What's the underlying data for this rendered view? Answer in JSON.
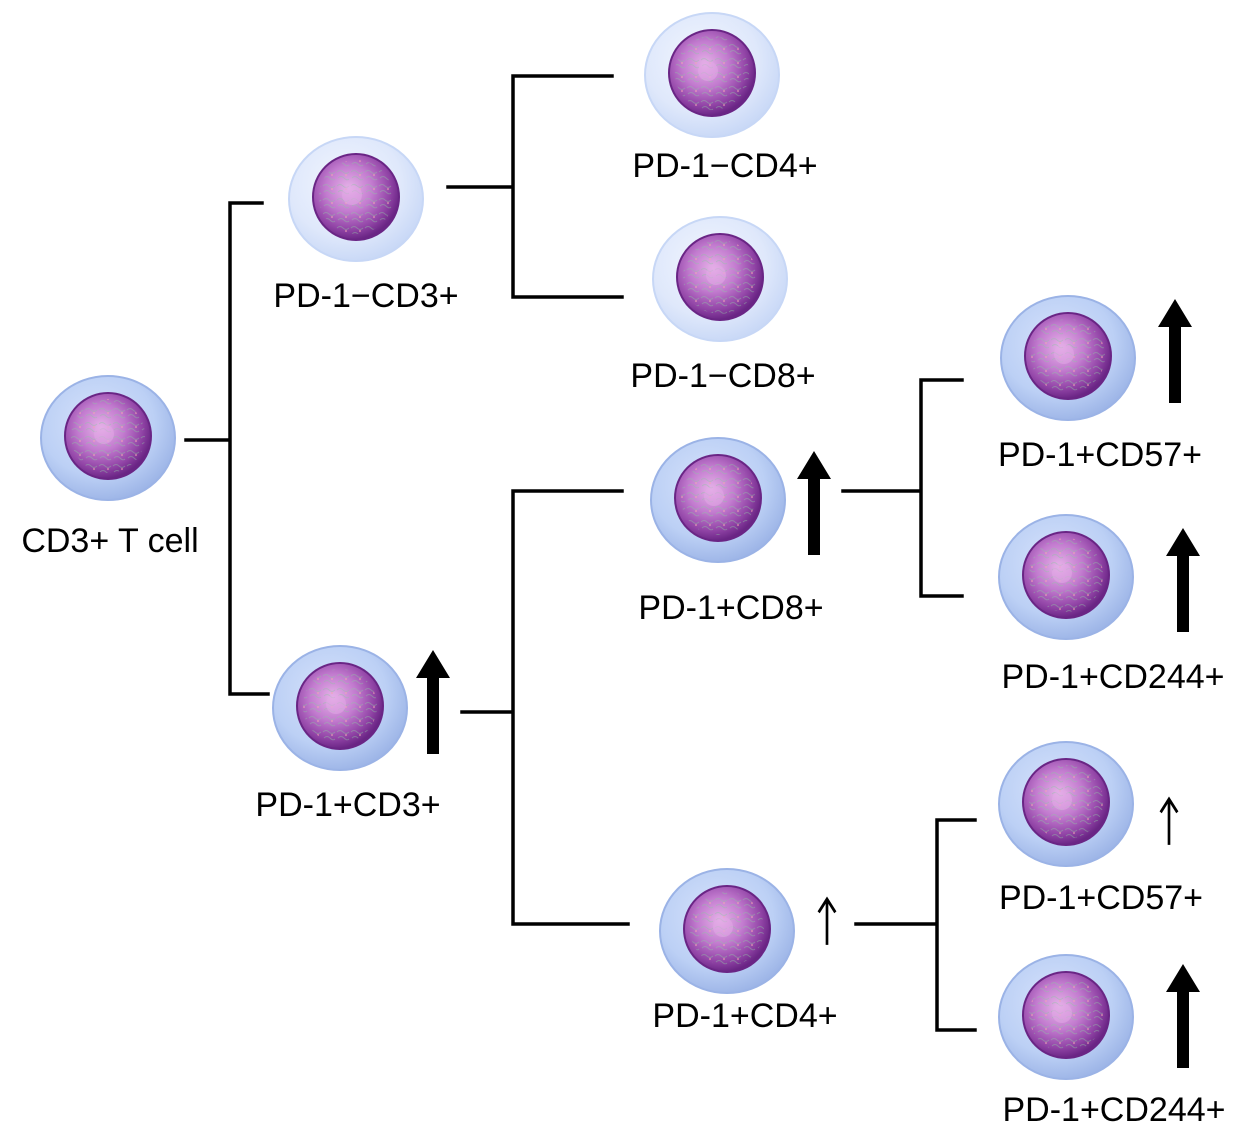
{
  "colors": {
    "background": "#ffffff",
    "line": "#000000",
    "arrow": "#000000",
    "cytoplasm_light": "#dfe8fb",
    "cytoplasm_dark": "#bcd0f5",
    "membrane_light": "#c7d7f6",
    "membrane_dark": "#9bb3e6",
    "nucleus_light": "#e2a7e6",
    "nucleus_mid": "#a653b6",
    "nucleus_dark": "#6a2585"
  },
  "icons": {
    "cell": "lymphocyte-cell-icon",
    "increase": "up-arrow-icon"
  },
  "nodes": [
    {
      "id": "root",
      "label": "CD3+ T cell",
      "variant": "dark",
      "trend": "none"
    },
    {
      "id": "pd1neg-cd3",
      "label": "PD-1−CD3+",
      "variant": "light",
      "trend": "none"
    },
    {
      "id": "pd1neg-cd4",
      "label": "PD-1−CD4+",
      "variant": "light",
      "trend": "none"
    },
    {
      "id": "pd1neg-cd8",
      "label": "PD-1−CD8+",
      "variant": "light",
      "trend": "none"
    },
    {
      "id": "pd1pos-cd3",
      "label": "PD-1+CD3+",
      "variant": "dark",
      "trend": "strong-increase"
    },
    {
      "id": "pd1pos-cd8",
      "label": "PD-1+CD8+",
      "variant": "dark",
      "trend": "strong-increase"
    },
    {
      "id": "pd1pos-cd8-cd57",
      "label": "PD-1+CD57+",
      "variant": "dark",
      "trend": "strong-increase"
    },
    {
      "id": "pd1pos-cd8-cd244",
      "label": "PD-1+CD244+",
      "variant": "dark",
      "trend": "strong-increase"
    },
    {
      "id": "pd1pos-cd4",
      "label": "PD-1+CD4+",
      "variant": "dark",
      "trend": "slight-increase"
    },
    {
      "id": "pd1pos-cd4-cd57",
      "label": "PD-1+CD57+",
      "variant": "dark",
      "trend": "slight-increase"
    },
    {
      "id": "pd1pos-cd4-cd244",
      "label": "PD-1+CD244+",
      "variant": "dark",
      "trend": "strong-increase"
    }
  ],
  "edges": [
    {
      "from": "root",
      "to": [
        "pd1neg-cd3",
        "pd1pos-cd3"
      ]
    },
    {
      "from": "pd1neg-cd3",
      "to": [
        "pd1neg-cd4",
        "pd1neg-cd8"
      ]
    },
    {
      "from": "pd1pos-cd3",
      "to": [
        "pd1pos-cd8",
        "pd1pos-cd4"
      ]
    },
    {
      "from": "pd1pos-cd8",
      "to": [
        "pd1pos-cd8-cd57",
        "pd1pos-cd8-cd244"
      ]
    },
    {
      "from": "pd1pos-cd4",
      "to": [
        "pd1pos-cd4-cd57",
        "pd1pos-cd4-cd244"
      ]
    }
  ]
}
